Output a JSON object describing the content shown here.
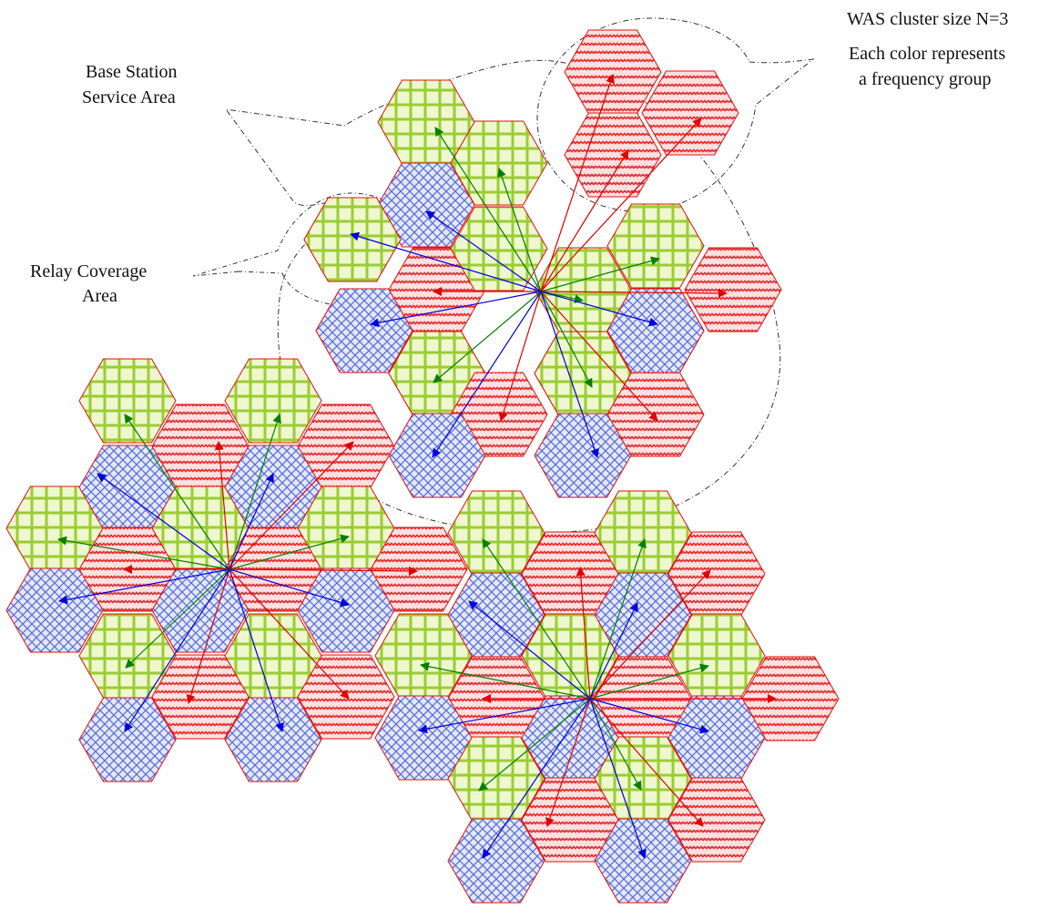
{
  "info": {
    "cluster_size": "WAS cluster size N=3",
    "legend_line1": "Each color represents",
    "legend_line2": "a frequency group"
  },
  "callouts": {
    "base_station_line1": "Base Station",
    "base_station_line2": "Service Area",
    "relay_line1": "Relay Coverage",
    "relay_line2": "Area"
  },
  "frequency_groups": [
    {
      "name": "green",
      "pattern": "grid",
      "color": "#9acd32"
    },
    {
      "name": "red",
      "pattern": "wave",
      "color": "#e8282a"
    },
    {
      "name": "blue",
      "pattern": "crosshatch",
      "color": "#5b6fd8"
    }
  ],
  "colors": {
    "hex_outline": "#e01010",
    "green_fill": "#eef7cf",
    "red_fill": "#fde0e0",
    "blue_fill": "#e4e8fa",
    "arrow_red": "#e00000",
    "arrow_green": "#008000",
    "arrow_blue": "#0000dd",
    "dashed": "#333333"
  },
  "clusters": [
    {
      "name": "cluster-upper",
      "cells": [
        {
          "g": "green",
          "a": "green"
        },
        {
          "g": "red",
          "a": "red"
        },
        {
          "g": "green",
          "a": "green"
        },
        {
          "g": "red",
          "a": "red"
        },
        {
          "g": "blue",
          "a": "blue"
        },
        {
          "g": "red",
          "a": "red"
        },
        {
          "g": "blue",
          "a": "blue"
        },
        {
          "g": "green",
          "a": "green"
        },
        {
          "g": "green",
          "a": "green"
        },
        {
          "g": "red",
          "a": "red"
        },
        {
          "g": "green",
          "a": "none"
        },
        {
          "g": "red",
          "a": "none"
        },
        {
          "g": "red",
          "a": "none"
        },
        {
          "g": "green",
          "a": "none"
        },
        {
          "g": "blue",
          "a": "none"
        },
        {
          "g": "red",
          "a": "red"
        },
        {
          "g": "blue",
          "a": "blue"
        },
        {
          "g": "blue",
          "a": "blue"
        },
        {
          "g": "green",
          "a": "green"
        },
        {
          "g": "green",
          "a": "green"
        },
        {
          "g": "red",
          "a": "red"
        },
        {
          "g": "red",
          "a": "red"
        },
        {
          "g": "blue",
          "a": "blue"
        },
        {
          "g": "blue",
          "a": "blue"
        }
      ]
    },
    {
      "name": "cluster-left",
      "cells": [
        {
          "g": "green",
          "a": "green"
        },
        {
          "g": "green",
          "a": "green"
        },
        {
          "g": "red",
          "a": "red"
        },
        {
          "g": "red",
          "a": "red"
        },
        {
          "g": "blue",
          "a": "blue"
        },
        {
          "g": "blue",
          "a": "blue"
        },
        {
          "g": "green",
          "a": "green"
        },
        {
          "g": "green",
          "a": "none"
        },
        {
          "g": "green",
          "a": "green"
        },
        {
          "g": "red",
          "a": "red"
        },
        {
          "g": "red",
          "a": "none"
        },
        {
          "g": "red",
          "a": "none"
        },
        {
          "g": "red",
          "a": "red"
        },
        {
          "g": "blue",
          "a": "blue"
        },
        {
          "g": "blue",
          "a": "none"
        },
        {
          "g": "blue",
          "a": "blue"
        },
        {
          "g": "green",
          "a": "green"
        },
        {
          "g": "green",
          "a": "none"
        },
        {
          "g": "red",
          "a": "red"
        },
        {
          "g": "red",
          "a": "red"
        },
        {
          "g": "blue",
          "a": "blue"
        },
        {
          "g": "blue",
          "a": "blue"
        }
      ]
    },
    {
      "name": "cluster-right",
      "cells": [
        {
          "g": "green",
          "a": "green"
        },
        {
          "g": "green",
          "a": "green"
        },
        {
          "g": "red",
          "a": "red"
        },
        {
          "g": "red",
          "a": "red"
        },
        {
          "g": "blue",
          "a": "blue"
        },
        {
          "g": "blue",
          "a": "blue"
        },
        {
          "g": "green",
          "a": "green"
        },
        {
          "g": "green",
          "a": "none"
        },
        {
          "g": "green",
          "a": "green"
        },
        {
          "g": "red",
          "a": "red"
        },
        {
          "g": "red",
          "a": "none"
        },
        {
          "g": "red",
          "a": "red"
        },
        {
          "g": "blue",
          "a": "blue"
        },
        {
          "g": "blue",
          "a": "none"
        },
        {
          "g": "blue",
          "a": "blue"
        },
        {
          "g": "green",
          "a": "green"
        },
        {
          "g": "green",
          "a": "green"
        },
        {
          "g": "red",
          "a": "red"
        },
        {
          "g": "red",
          "a": "red"
        },
        {
          "g": "blue",
          "a": "blue"
        },
        {
          "g": "blue",
          "a": "blue"
        }
      ]
    }
  ],
  "relay_cell": {
    "g": "green",
    "a": "green"
  }
}
